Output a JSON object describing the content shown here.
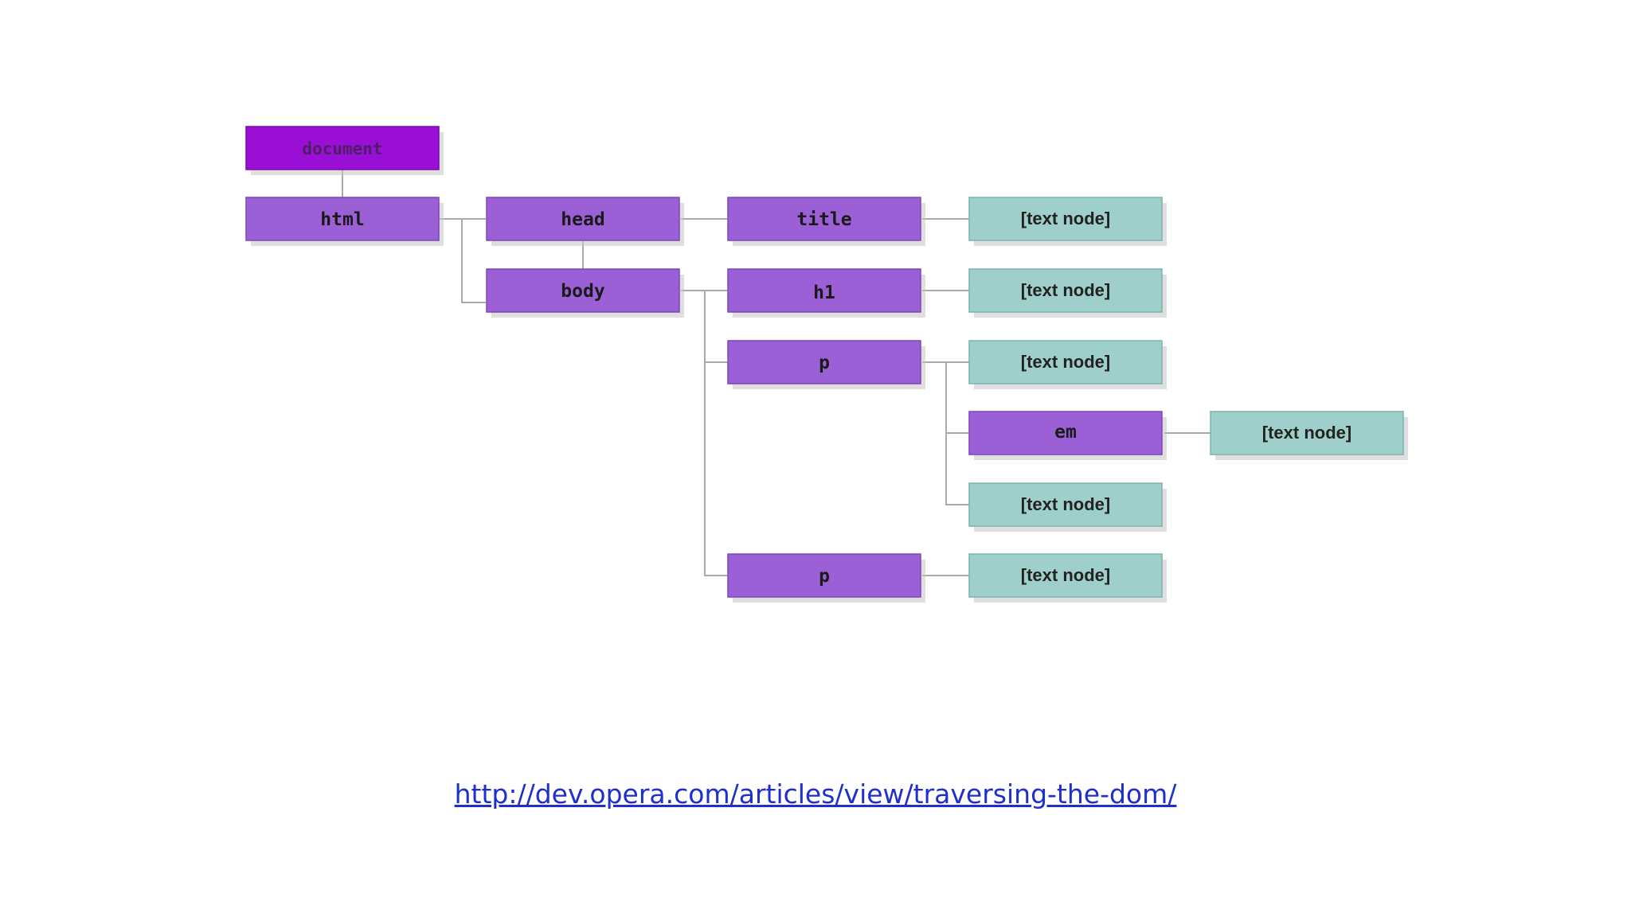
{
  "diagram": {
    "nodes": {
      "document": {
        "label": "document",
        "kind": "root"
      },
      "html": {
        "label": "html",
        "kind": "element"
      },
      "head": {
        "label": "head",
        "kind": "element"
      },
      "body": {
        "label": "body",
        "kind": "element"
      },
      "title": {
        "label": "title",
        "kind": "element"
      },
      "h1": {
        "label": "h1",
        "kind": "element"
      },
      "p1": {
        "label": "p",
        "kind": "element"
      },
      "em": {
        "label": "em",
        "kind": "element"
      },
      "p2": {
        "label": "p",
        "kind": "element"
      },
      "text_title": {
        "label": "[text node]",
        "kind": "text"
      },
      "text_h1": {
        "label": "[text node]",
        "kind": "text"
      },
      "text_p1_a": {
        "label": "[text node]",
        "kind": "text"
      },
      "text_em": {
        "label": "[text node]",
        "kind": "text"
      },
      "text_p1_b": {
        "label": "[text node]",
        "kind": "text"
      },
      "text_p2": {
        "label": "[text node]",
        "kind": "text"
      }
    },
    "edges": [
      [
        "document",
        "html"
      ],
      [
        "html",
        "head"
      ],
      [
        "html",
        "body"
      ],
      [
        "head",
        "title"
      ],
      [
        "title",
        "text_title"
      ],
      [
        "body",
        "h1"
      ],
      [
        "body",
        "p1"
      ],
      [
        "body",
        "p2"
      ],
      [
        "h1",
        "text_h1"
      ],
      [
        "p1",
        "text_p1_a"
      ],
      [
        "p1",
        "em"
      ],
      [
        "p1",
        "text_p1_b"
      ],
      [
        "em",
        "text_em"
      ],
      [
        "p2",
        "text_p2"
      ]
    ],
    "colors": {
      "root": "#9a0fd6",
      "element": "#9b5fd6",
      "text": "#9ecfcb",
      "connector": "#a9a9a9"
    }
  },
  "source": {
    "url_text": "http://dev.opera.com/articles/view/traversing-the-dom/"
  }
}
